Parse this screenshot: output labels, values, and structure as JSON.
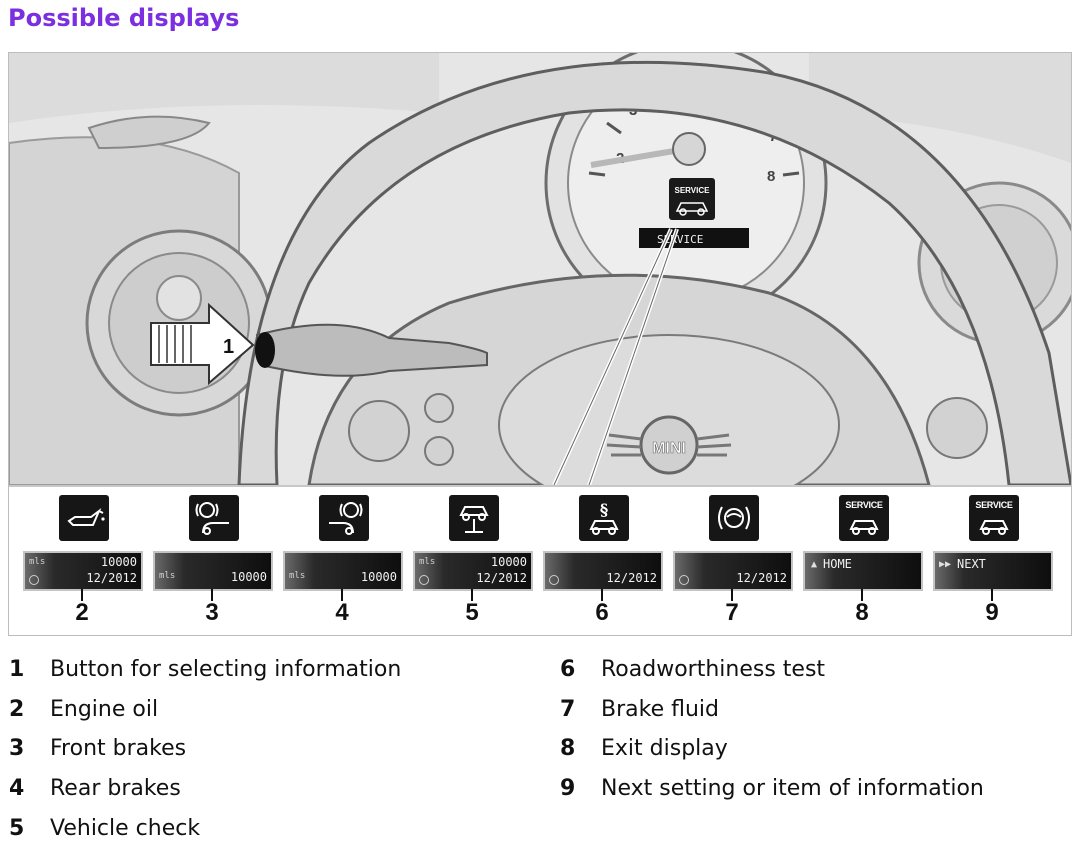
{
  "heading": "Possible displays",
  "callouts": {
    "one": "1",
    "dial_numbers": [
      "2",
      "3",
      "4",
      "5",
      "6",
      "7",
      "8"
    ],
    "lcd_text": "SERVICE",
    "icon_text": "SERVICE",
    "logo": "MINI"
  },
  "panels": [
    {
      "number": "2",
      "icon": "oil-can-icon",
      "line1_unit": "mls",
      "line1_value": "10000",
      "line2_value": "12/2012",
      "has_clock": true
    },
    {
      "number": "3",
      "icon": "front-brake-icon",
      "line1_unit": "",
      "line1_value": "",
      "line2_unit": "mls",
      "line2_value": "10000",
      "has_clock": false
    },
    {
      "number": "4",
      "icon": "rear-brake-icon",
      "line1_unit": "",
      "line1_value": "",
      "line2_unit": "mls",
      "line2_value": "10000",
      "has_clock": false
    },
    {
      "number": "5",
      "icon": "vehicle-lift-icon",
      "line1_unit": "mls",
      "line1_value": "10000",
      "line2_value": "12/2012",
      "has_clock": true
    },
    {
      "number": "6",
      "icon": "roadworthiness-icon",
      "line1_unit": "",
      "line1_value": "",
      "line2_value": "12/2012",
      "has_clock": true
    },
    {
      "number": "7",
      "icon": "brake-fluid-icon",
      "line1_unit": "",
      "line1_value": "",
      "line2_value": "12/2012",
      "has_clock": true
    },
    {
      "number": "8",
      "icon": "service-car-icon",
      "icon_text": "SERVICE",
      "label": "HOME",
      "label_glyph": "▲"
    },
    {
      "number": "9",
      "icon": "service-car-icon",
      "icon_text": "SERVICE",
      "label": "NEXT",
      "label_glyph": "▶▶"
    }
  ],
  "legend": [
    {
      "n": "1",
      "text": "Button for selecting information"
    },
    {
      "n": "2",
      "text": "Engine oil"
    },
    {
      "n": "3",
      "text": "Front brakes"
    },
    {
      "n": "4",
      "text": "Rear brakes"
    },
    {
      "n": "5",
      "text": "Vehicle check"
    },
    {
      "n": "6",
      "text": "Roadworthiness test"
    },
    {
      "n": "7",
      "text": "Brake fluid"
    },
    {
      "n": "8",
      "text": "Exit display"
    },
    {
      "n": "9",
      "text": "Next setting or item of information"
    }
  ]
}
